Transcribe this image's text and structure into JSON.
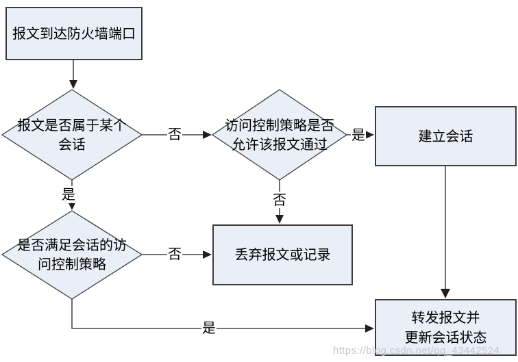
{
  "flowchart": {
    "nodes": {
      "arrive": {
        "label": "报文到达防火墙端口"
      },
      "session_check": {
        "line1": "报文是否属于某个",
        "line2": "会话"
      },
      "acl_check": {
        "line1": "访问控制策略是否",
        "line2": "允许该报文通过"
      },
      "establish": {
        "label": "建立会话"
      },
      "session_acl_check": {
        "line1": "是否满足会话的访",
        "line2": "问控制策略"
      },
      "discard": {
        "label": "丢弃报文或记录"
      },
      "forward": {
        "line1": "转发报文并",
        "line2": "更新会话状态"
      }
    },
    "edge_labels": {
      "session_no": "否",
      "session_yes": "是",
      "acl_yes": "是",
      "acl_no": "否",
      "session_acl_no": "否",
      "session_acl_yes": "是"
    },
    "colors": {
      "node_fill": "#e9eef7",
      "node_border": "#3c3c3c",
      "connector": "#1f1f1f"
    }
  },
  "watermark": {
    "text": "https://blog.csdn.net/qq_43442524"
  }
}
